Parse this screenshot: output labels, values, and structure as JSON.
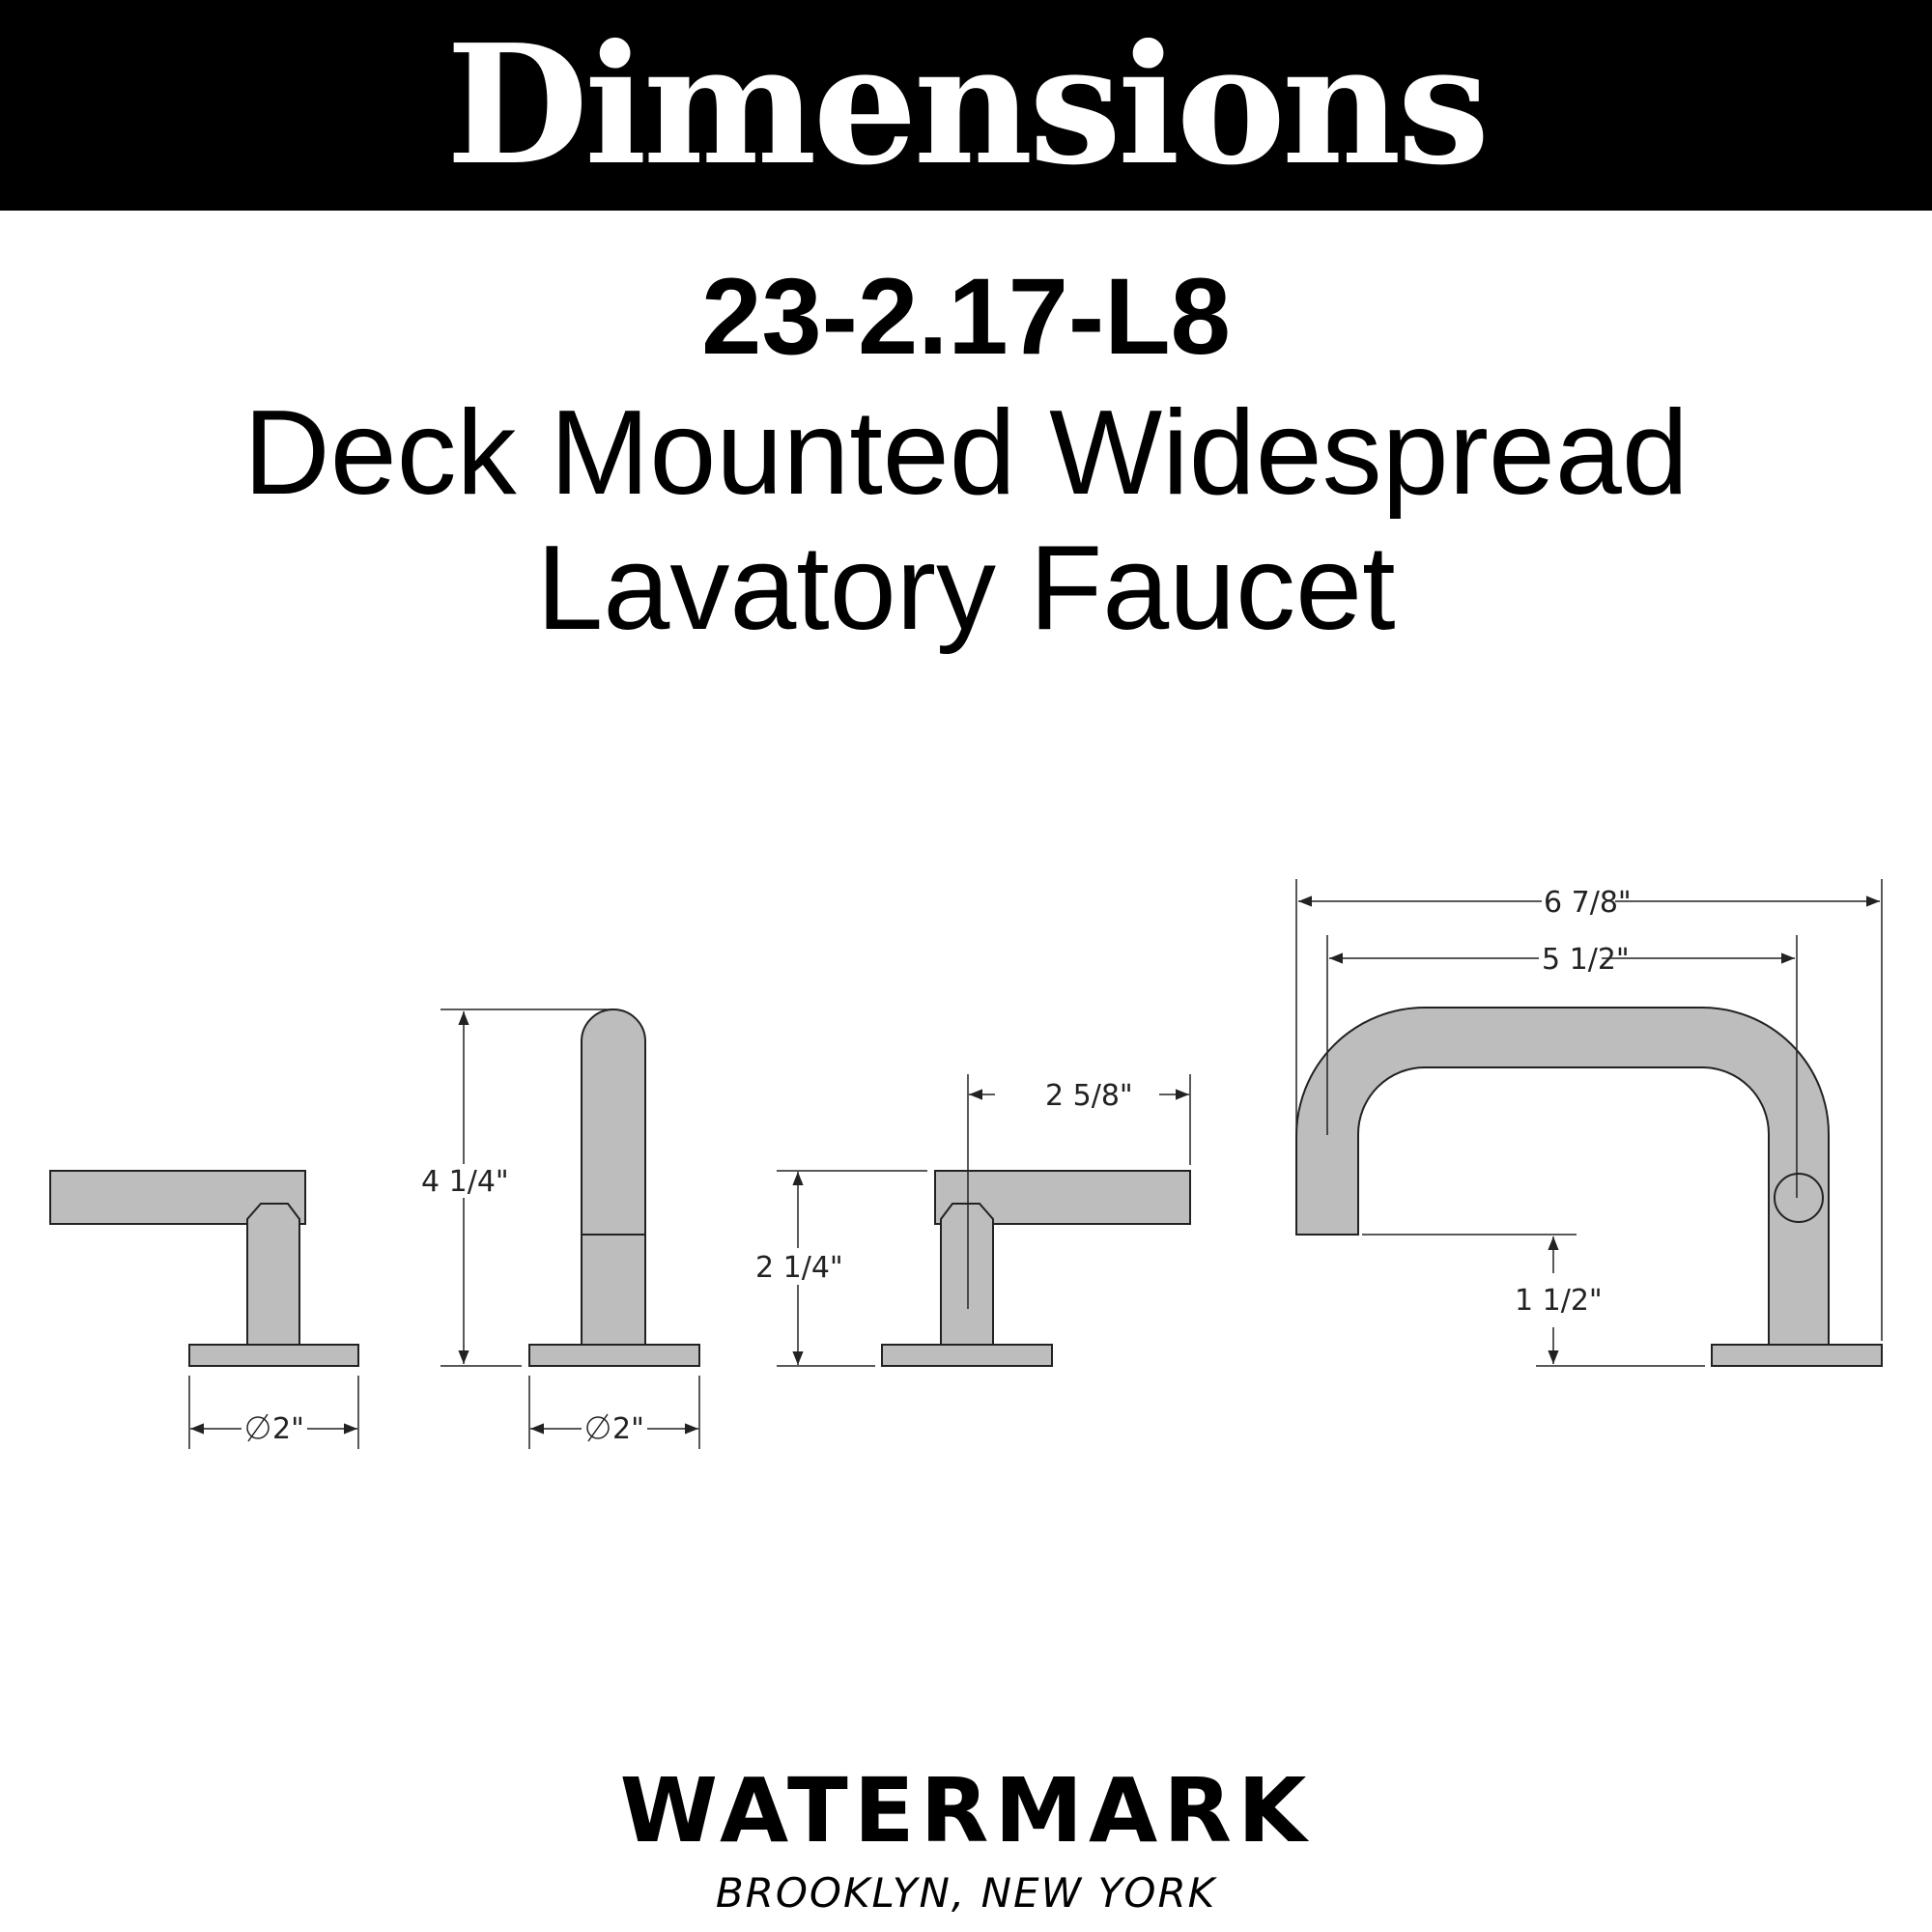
{
  "header": {
    "title": "Dimensions"
  },
  "product": {
    "model": "23-2.17-L8",
    "name_line1": "Deck Mounted Widespread",
    "name_line2": "Lavatory Faucet"
  },
  "dimensions": {
    "handle_base_diameter": "2\"",
    "spout_base_diameter": "2\"",
    "spout_height": "4 1/4\"",
    "handle_height": "2 1/4\"",
    "handle_lever_length": "2 5/8\"",
    "spout_overall_length": "6 7/8\"",
    "spout_reach": "5 1/2\"",
    "spout_clearance": "1 1/2\""
  },
  "colors": {
    "part_fill": "#bdbdbd",
    "line": "#222222",
    "banner": "#000000"
  },
  "brand": {
    "name": "WATERMARK",
    "location": "BROOKLYN, NEW YORK"
  }
}
